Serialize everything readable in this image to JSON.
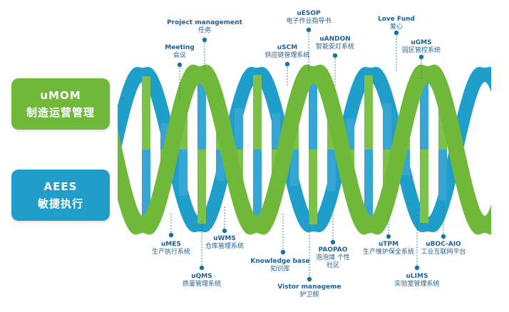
{
  "boxes": {
    "umom": {
      "title": "uMOM",
      "subtitle": "制造运营管理"
    },
    "aees": {
      "title": "AEES",
      "subtitle": "敏捷执行"
    }
  },
  "labels": {
    "project_management": {
      "en": "Project management",
      "zh": "任务"
    },
    "meeting": {
      "en": "Meeting",
      "zh": "会议"
    },
    "uesop": {
      "en": "uESOP",
      "zh": "电子作业指导书"
    },
    "uandon": {
      "en": "uANDON",
      "zh": "智能安灯系统"
    },
    "uscm": {
      "en": "uSCM",
      "zh": "供应链管理系统"
    },
    "love_fund": {
      "en": "Love Fund",
      "zh": "爱心"
    },
    "ugms": {
      "en": "uGMS",
      "zh": "园区管控系统"
    },
    "umes": {
      "en": "uMES",
      "zh": "生产执行系统"
    },
    "uwms": {
      "en": "uWMS",
      "zh": "仓库管理系统"
    },
    "uqms": {
      "en": "uQMS",
      "zh": "质量管理系统"
    },
    "knowledge_base": {
      "en": "Knowledge base",
      "zh": "知识库"
    },
    "vistor": {
      "en": "Vistor manageme",
      "zh": "护卫舰"
    },
    "paopao": {
      "en": "PAOPAO",
      "zh": "泡泡境 个性社区"
    },
    "utpm": {
      "en": "uTPM",
      "zh": "生产维护保全系统"
    },
    "uboc": {
      "en": "uBOC-AIO",
      "zh": "工业互联网平台"
    },
    "ulims": {
      "en": "uLIMS",
      "zh": "实验室管理系统"
    }
  },
  "colors": {
    "green": "#6fb83a",
    "green_dark": "#4f9a2a",
    "blue": "#1f9ec9",
    "blue_dark": "#15739c",
    "rung_green": "#7cc24a",
    "rung_blue": "#35a6d3",
    "label_text": "#1f5f91"
  }
}
